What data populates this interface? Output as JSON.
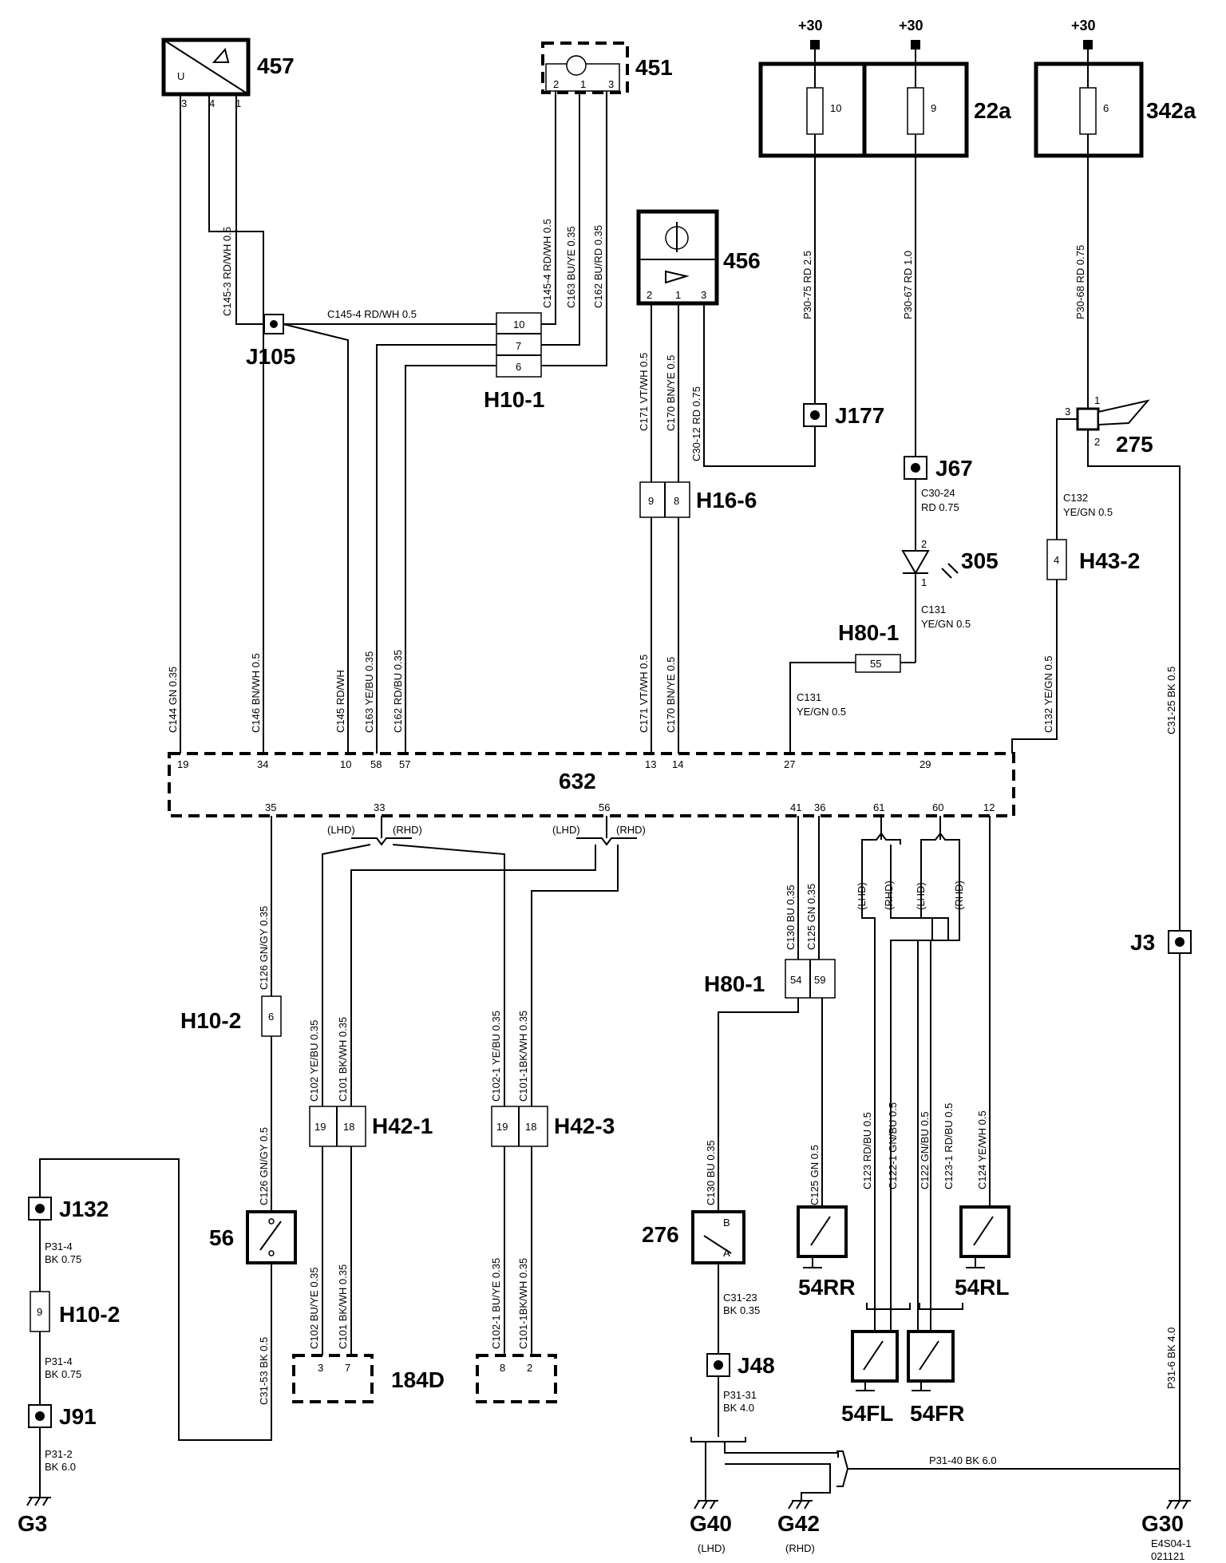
{
  "components": {
    "c457": "457",
    "c451": "451",
    "c456": "456",
    "c22a": "22a",
    "c342a": "342a",
    "c275": "275",
    "c305": "305",
    "c632": "632",
    "c56": "56",
    "c276": "276",
    "c54RR": "54RR",
    "c54RL": "54RL",
    "c54FL": "54FL",
    "c54FR": "54FR",
    "c184D": "184D"
  },
  "splices": {
    "J105": "J105",
    "J177": "J177",
    "J67": "J67",
    "J3": "J3",
    "J132": "J132",
    "J91": "J91",
    "J48": "J48"
  },
  "connectors": {
    "H10_1": "H10-1",
    "H16_6": "H16-6",
    "H43_2": "H43-2",
    "H80_1a": "H80-1",
    "H80_1b": "H80-1",
    "H10_2a": "H10-2",
    "H10_2b": "H10-2",
    "H42_1": "H42-1",
    "H42_3": "H42-3"
  },
  "grounds": {
    "G3": "G3",
    "G40": "G40",
    "G42": "G42",
    "G30": "G30",
    "lhd": "(LHD)",
    "rhd": "(RHD)"
  },
  "supply": {
    "plus30": "+30"
  },
  "fuses": {
    "f10": "10",
    "f9": "9",
    "f6": "6"
  },
  "unit_label": "U",
  "switch_pins": {
    "b": "B",
    "a": "A"
  },
  "variant": {
    "lhd": "(LHD)",
    "rhd": "(RHD)"
  },
  "footer": {
    "code": "E4S04-1",
    "date": "021121"
  },
  "wires": {
    "c145_3": "C145-3 RD/WH 0.5",
    "c145_4h": "C145-4   RD/WH  0.5",
    "c145_4v": "C145-4 RD/WH 0.5",
    "c163_top": "C163  BU/YE  0.35",
    "c162_top": "C162  BU/RD  0.35",
    "c171_top": "C171  VT/WH  0.5",
    "c170_top": "C170  BN/YE  0.5",
    "c30_12": "C30-12  RD  0.75",
    "p30_75": "P30-75   RD   2.5",
    "p30_67": "P30-67   RD   1.0",
    "p30_68": "P30-68   RD   0.75",
    "c30_24a": "C30-24",
    "c30_24b": "RD 0.75",
    "c132_a": "C132",
    "c132_b": "YE/GN  0.5",
    "c131_a": "C131",
    "c131_b": "YE/GN  0.5",
    "c131_c": "C131",
    "c131_d": "YE/GN  0.5",
    "c144": "C144  GN   0.35",
    "c146": "C146  BN/WH   0.5",
    "c145": "C145  RD/WH",
    "c163": "C163  YE/BU   0.35",
    "c162": "C162  RD/BU   0.35",
    "c171": "C171  VT/WH   0.5",
    "c170": "C170  BN/YE   0.5",
    "c132": "C132   YE/GN   0.5",
    "c31_25": "C31-25  BK   0.5",
    "c126_top": "C126  GN/GY  0.35",
    "c126_bot": "C126  GN/GY  0.5",
    "c31_53": "C31-53  BK   0.5",
    "c102_top": "C102  YE/BU  0.35",
    "c101_top": "C101  BK/WH  0.35",
    "c102_1_top": "C102-1 YE/BU  0.35",
    "c101_1_top": "C101-1BK/WH  0.35",
    "c102_bot": "C102  BU/YE  0.35",
    "c101_bot": "C101  BK/WH  0.35",
    "c102_1_bot": "C102-1 BU/YE  0.35",
    "c101_1_bot": "C101-1BK/WH  0.35",
    "c130_top": "C130  BU   0.35",
    "c125_top": "C125  GN   0.35",
    "c130_bot": "C130  BU   0.35",
    "c125_bot": "C125  GN   0.5",
    "c123": "C123  RD/BU  0.5",
    "c122_1": "C122-1 GN/BU  0.5",
    "c122": "C122  GN/BU  0.5",
    "c123_1": "C123-1 RD/BU  0.5",
    "c124": "C124  YE/WH  0.5",
    "c31_23a": "C31-23",
    "c31_23b": "BK 0.35",
    "p31_31a": "P31-31",
    "p31_31b": "BK 4.0",
    "p31_6": "P31-6   BK   4.0",
    "p31_40": "P31-40   BK    6.0",
    "p31_4a1": "P31-4",
    "p31_4a2": "BK 0.75",
    "p31_4b1": "P31-4",
    "p31_4b2": "BK 0.75",
    "p31_2a": "P31-2",
    "p31_2b": "BK 6.0"
  },
  "pins": {
    "p457_3": "3",
    "p457_4": "4",
    "p457_1": "1",
    "p451_2": "2",
    "p451_1": "1",
    "p451_3": "3",
    "p456_2": "2",
    "p456_1": "1",
    "p456_3": "3",
    "h10_1_10": "10",
    "h10_1_7": "7",
    "h10_1_6": "6",
    "h16_9": "9",
    "h16_8": "8",
    "h43_4": "4",
    "h80_55": "55",
    "h80_54": "54",
    "h80_59": "59",
    "p275_1": "1",
    "p275_3": "3",
    "p275_2": "2",
    "p305_2": "2",
    "p305_1": "1",
    "u19": "19",
    "u34": "34",
    "u10": "10",
    "u58": "58",
    "u57": "57",
    "u13": "13",
    "u14": "14",
    "u27": "27",
    "u29": "29",
    "l35": "35",
    "l33": "33",
    "l56": "56",
    "l41": "41",
    "l36": "36",
    "l61": "61",
    "l60": "60",
    "l12": "12",
    "h10_2_6": "6",
    "h10_2_9": "9",
    "h42_1_19": "19",
    "h42_1_18": "18",
    "h42_3_19": "19",
    "h42_3_18": "18",
    "d184_3": "3",
    "d184_7": "7",
    "d184_8": "8",
    "d184_2": "2"
  }
}
